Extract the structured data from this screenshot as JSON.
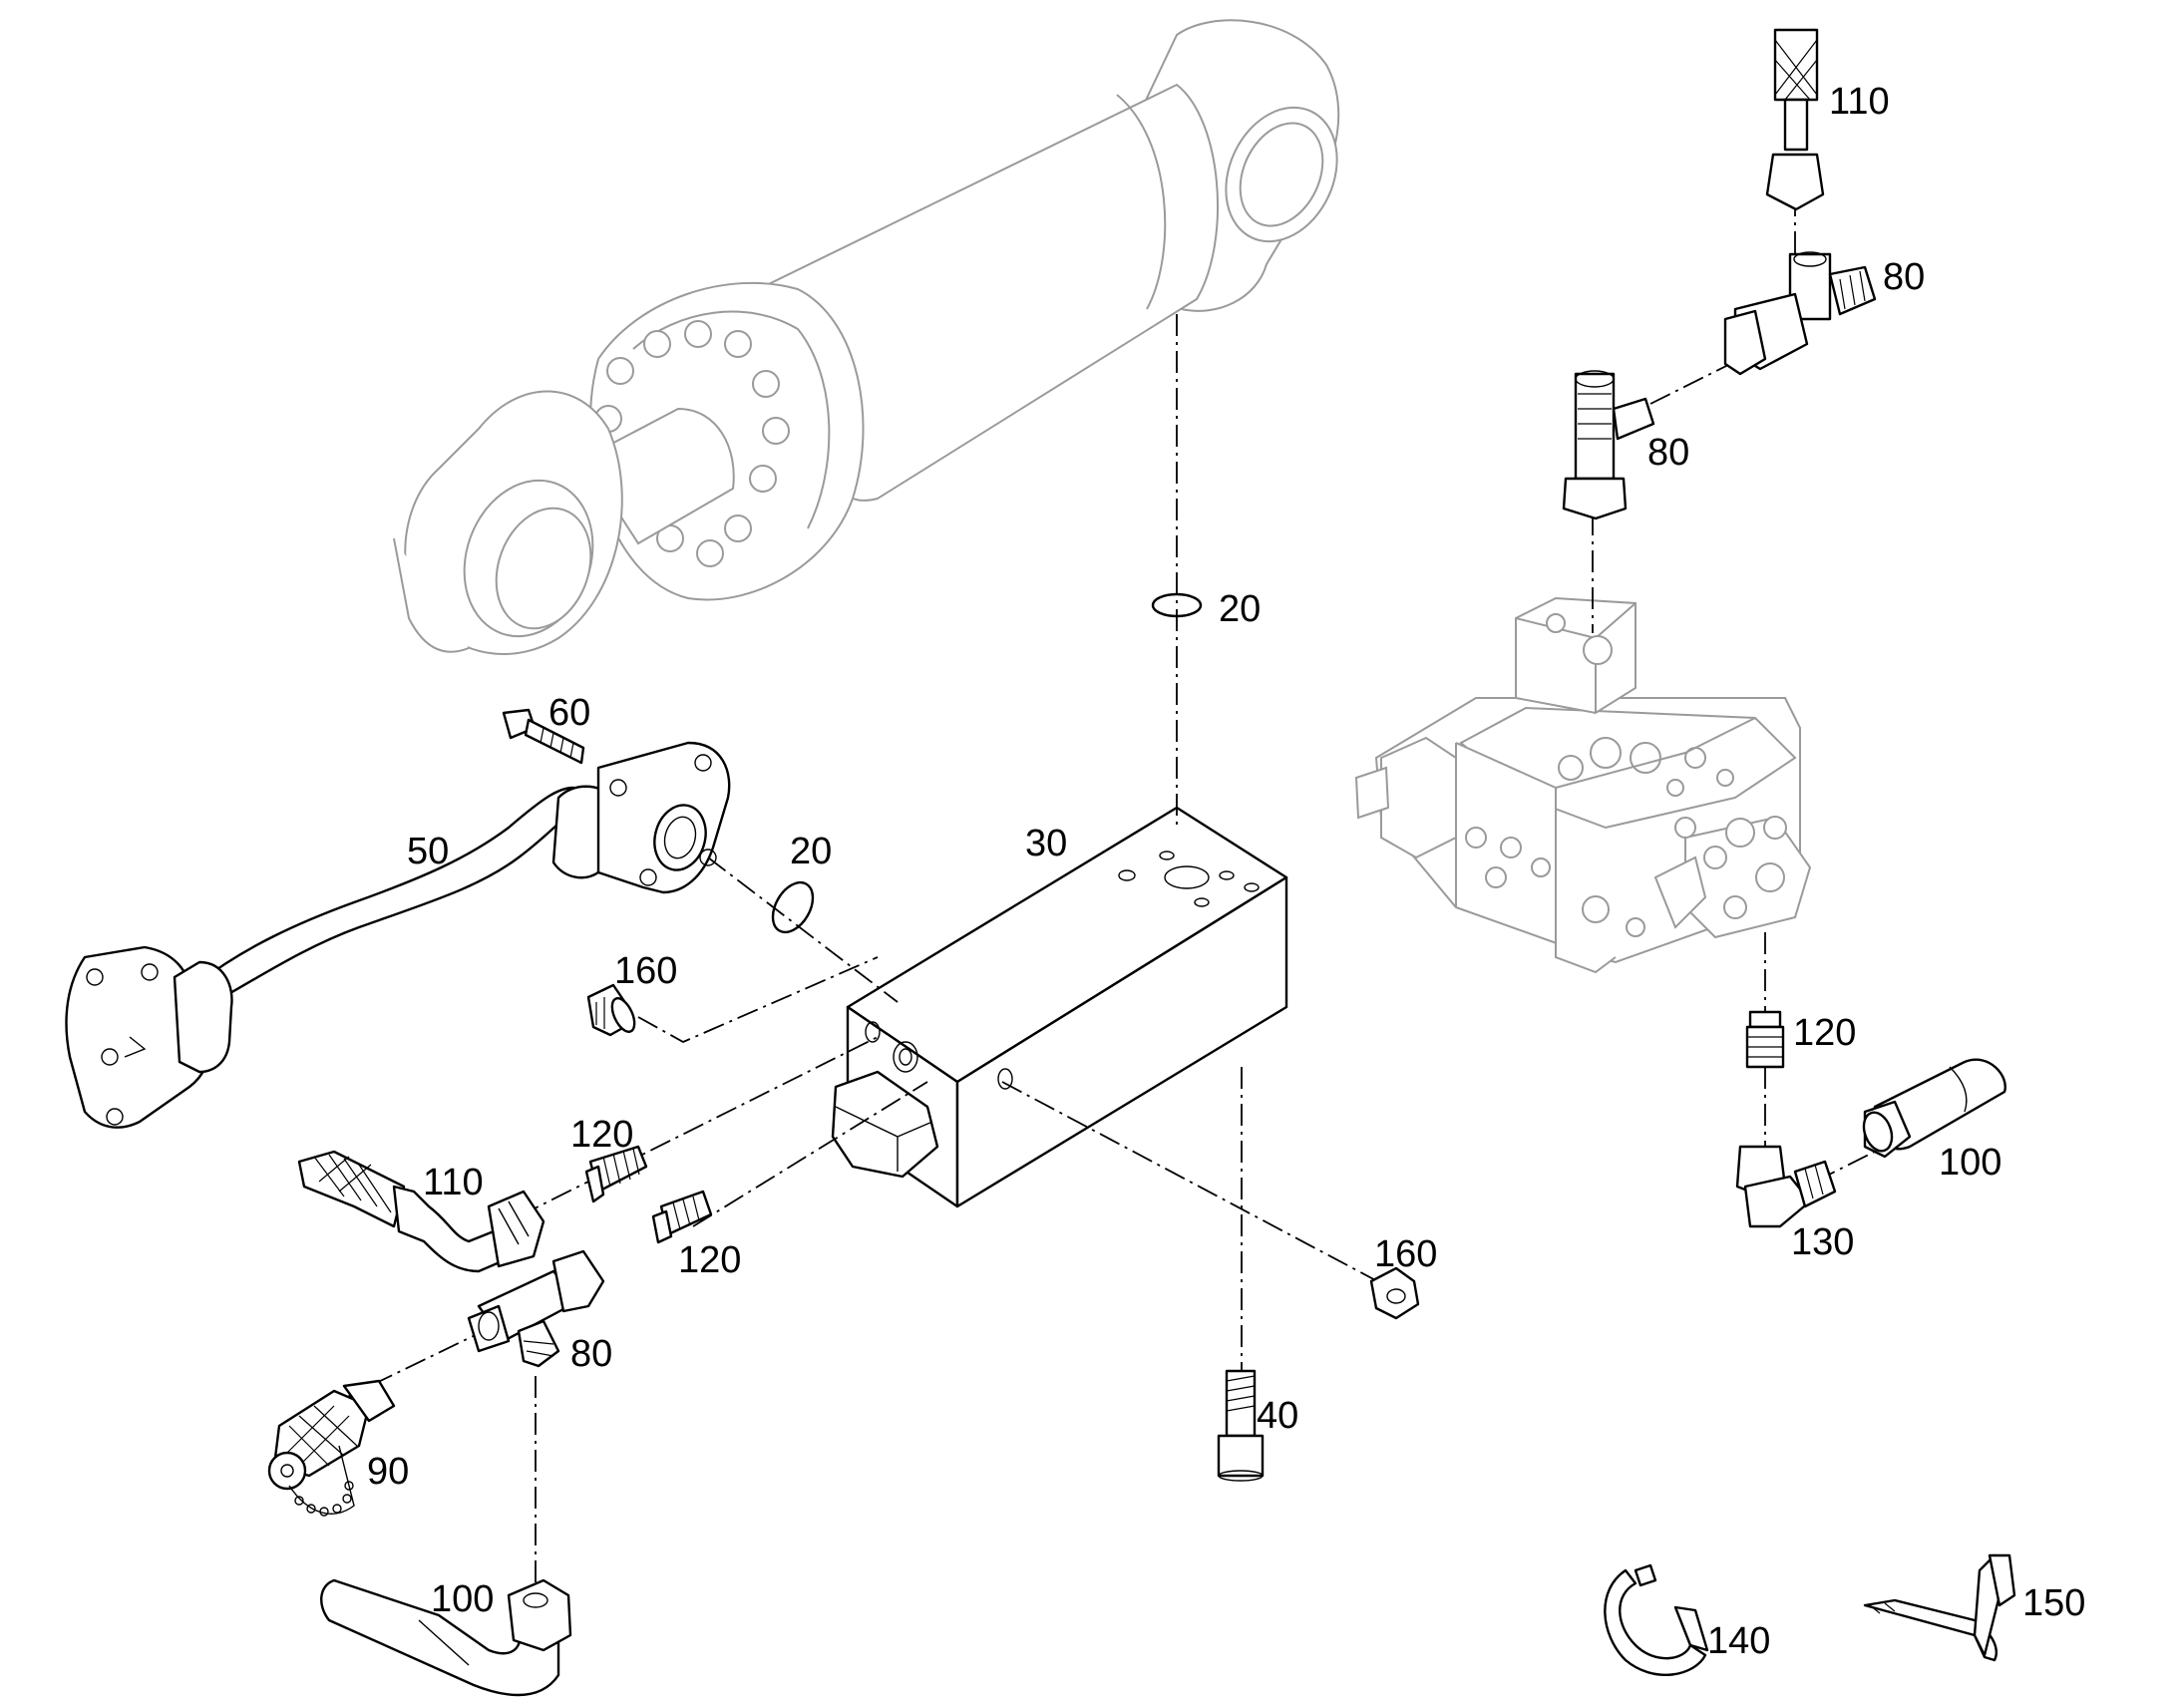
{
  "callouts": {
    "c110_top": "110",
    "c80_top_right": "80",
    "c80_top_left": "80",
    "c20_top": "20",
    "c60": "60",
    "c50": "50",
    "c20_mid": "20",
    "c30": "30",
    "c160_left": "160",
    "c120_left": "120",
    "c110_left": "110",
    "c120_mid": "120",
    "c80_bottom": "80",
    "c90": "90",
    "c100_bottom": "100",
    "c160_right": "160",
    "c40": "40",
    "c120_right": "120",
    "c100_right": "100",
    "c130": "130",
    "c140": "140",
    "c150": "150"
  }
}
